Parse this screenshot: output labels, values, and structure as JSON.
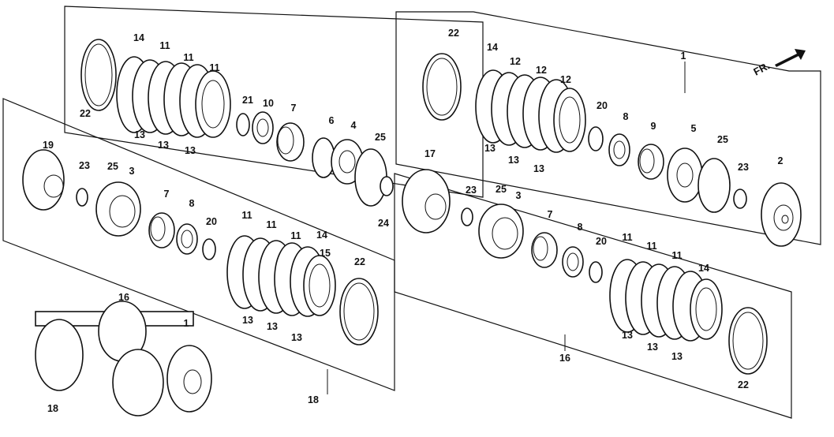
{
  "orientation_mark": {
    "text": "FR.",
    "icon": "arrow-icon"
  },
  "colors": {
    "ink": "#111111",
    "paper": "#ffffff"
  },
  "callouts": [
    {
      "text": "14"
    },
    {
      "text": "11"
    },
    {
      "text": "11"
    },
    {
      "text": "11"
    },
    {
      "text": "22"
    },
    {
      "text": "13"
    },
    {
      "text": "13"
    },
    {
      "text": "13"
    },
    {
      "text": "21"
    },
    {
      "text": "10"
    },
    {
      "text": "7"
    },
    {
      "text": "6"
    },
    {
      "text": "4"
    },
    {
      "text": "25"
    },
    {
      "text": "24"
    },
    {
      "text": "22"
    },
    {
      "text": "14"
    },
    {
      "text": "12"
    },
    {
      "text": "12"
    },
    {
      "text": "12"
    },
    {
      "text": "1"
    },
    {
      "text": "13"
    },
    {
      "text": "13"
    },
    {
      "text": "13"
    },
    {
      "text": "20"
    },
    {
      "text": "8"
    },
    {
      "text": "9"
    },
    {
      "text": "5"
    },
    {
      "text": "25"
    },
    {
      "text": "23"
    },
    {
      "text": "2"
    },
    {
      "text": "19"
    },
    {
      "text": "23"
    },
    {
      "text": "25"
    },
    {
      "text": "3"
    },
    {
      "text": "7"
    },
    {
      "text": "8"
    },
    {
      "text": "20"
    },
    {
      "text": "11"
    },
    {
      "text": "11"
    },
    {
      "text": "11"
    },
    {
      "text": "14"
    },
    {
      "text": "15"
    },
    {
      "text": "22"
    },
    {
      "text": "13"
    },
    {
      "text": "13"
    },
    {
      "text": "13"
    },
    {
      "text": "18"
    },
    {
      "text": "17"
    },
    {
      "text": "23"
    },
    {
      "text": "25"
    },
    {
      "text": "3"
    },
    {
      "text": "7"
    },
    {
      "text": "8"
    },
    {
      "text": "20"
    },
    {
      "text": "11"
    },
    {
      "text": "11"
    },
    {
      "text": "11"
    },
    {
      "text": "14"
    },
    {
      "text": "13"
    },
    {
      "text": "13"
    },
    {
      "text": "13"
    },
    {
      "text": "16"
    },
    {
      "text": "22"
    },
    {
      "text": "16"
    },
    {
      "text": "1"
    },
    {
      "text": "18"
    }
  ]
}
